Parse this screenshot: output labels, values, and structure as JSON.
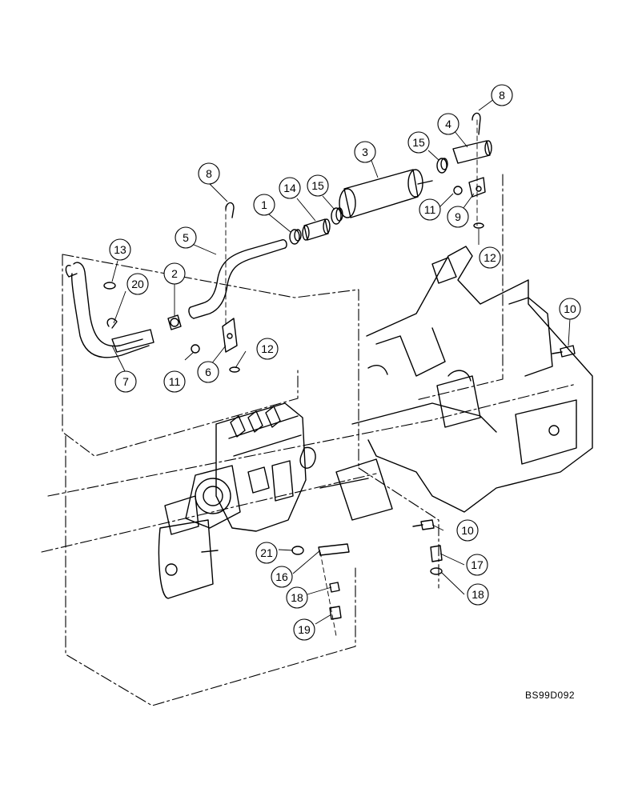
{
  "reference_code": "BS99D092",
  "callouts": [
    "1",
    "2",
    "3",
    "4",
    "5",
    "6",
    "7",
    "8",
    "8",
    "9",
    "10",
    "10",
    "11",
    "11",
    "12",
    "12",
    "13",
    "14",
    "15",
    "15",
    "16",
    "17",
    "18",
    "18",
    "19",
    "20",
    "21"
  ]
}
